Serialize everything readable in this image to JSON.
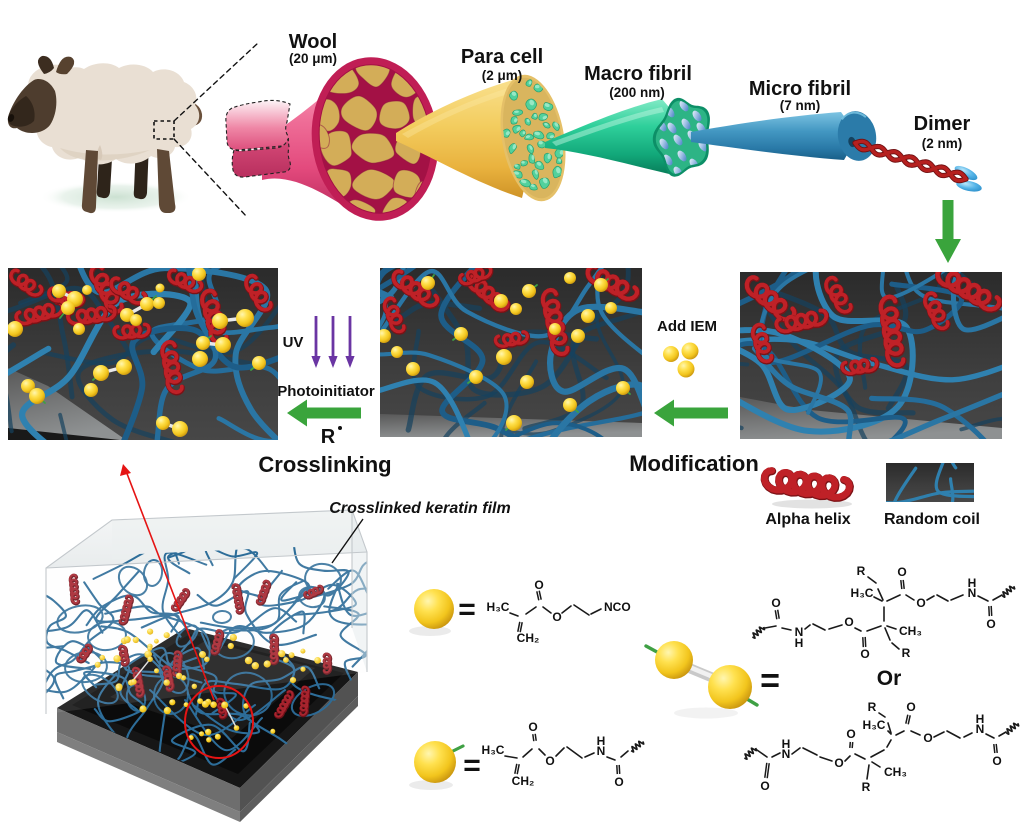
{
  "figure": {
    "hierarchy": [
      {
        "name": "Wool",
        "size": "(20 μm)"
      },
      {
        "name": "Para cell",
        "size": "(2 μm)"
      },
      {
        "name": "Macro fibril",
        "size": "(200 nm)"
      },
      {
        "name": "Micro fibril",
        "size": "(7 nm)"
      },
      {
        "name": "Dimer",
        "size": "(2 nm)"
      }
    ],
    "process": {
      "uv": "UV",
      "photoinitiator": "Photoinitiator",
      "radical": "R",
      "crosslinking": "Crosslinking",
      "add_iem": "Add IEM",
      "modification": "Modification"
    },
    "legend": {
      "alpha_helix": "Alpha helix",
      "random_coil": "Random coil"
    },
    "film_label": "Crosslinked keratin film",
    "chem": {
      "equals": "=",
      "or_word": "Or",
      "iem": {
        "h3c": "H₃C",
        "ch2": "CH₂",
        "o_carbonyl": "O",
        "o_ester": "O",
        "nco": "NCO"
      },
      "grafted": {
        "h3c": "H₃C",
        "ch2": "CH₂",
        "o_carbonyl": "O",
        "o_ester": "O",
        "n": "N",
        "h": "H",
        "o_amide": "O"
      },
      "crosslink_a": {
        "o_amide_left": "O",
        "n_left": "N",
        "h_left": "H",
        "o_ester_left": "O",
        "o_carbonyl_left": "O",
        "ch3": "CH₃",
        "r_bottom": "R",
        "h3c": "H₃C",
        "r_top": "R",
        "o_carbonyl_right": "O",
        "o_ester_right": "O",
        "n_right": "N",
        "h_right": "H",
        "o_amide_right": "O"
      },
      "crosslink_b": {
        "o_amide_left": "O",
        "n_left": "N",
        "h_left": "H",
        "o_ester_left": "O",
        "o_carbonyl_left": "O",
        "ch3": "CH₃",
        "r_bottom": "R",
        "h3c": "H₃C",
        "r_top": "R",
        "o_carbonyl_right": "O",
        "o_ester_right": "O",
        "n_right": "N",
        "h_right": "H",
        "o_amide_right": "O"
      }
    }
  }
}
